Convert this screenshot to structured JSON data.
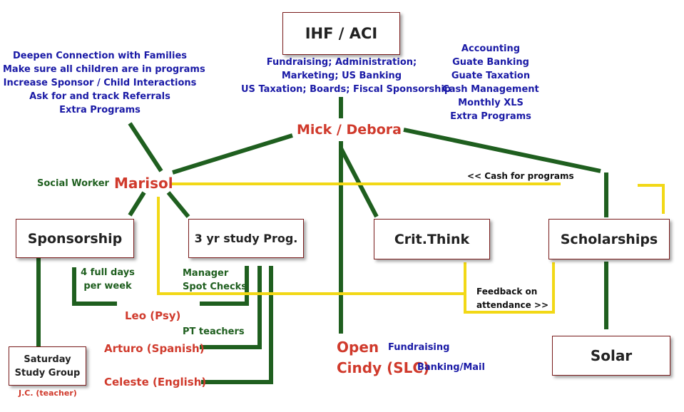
{
  "boxes": {
    "ihf": "IHF /  ACI",
    "sponsorship": "Sponsorship",
    "study": "3 yr study Prog.",
    "crit": "Crit.Think",
    "scholarships": "Scholarships",
    "saturday": [
      "Saturday",
      "Study Group"
    ],
    "solar": "Solar"
  },
  "people": {
    "mick": "Mick / Debora",
    "marisol": "Marisol",
    "leo": "Leo (Psy)",
    "arturo": "Arturo (Spanish)",
    "celeste": "Celeste (English)",
    "jc": "J.C. (teacher)",
    "open": "Open",
    "cindy": "Cindy (SLC)"
  },
  "notes": {
    "social_worker": "Social Worker",
    "cash": "<< Cash for programs",
    "four_days": [
      "4 full days",
      "per week"
    ],
    "manager": [
      "Manager",
      "Spot Checks"
    ],
    "pt_teachers": "PT teachers",
    "feedback": [
      "Feedback on",
      "attendance >>"
    ],
    "fundraising": "Fundraising",
    "banking_mail": "Banking/Mail"
  },
  "left_tasks": [
    "Deepen Connection with Families",
    "Make sure all children are in programs",
    "Increase Sponsor / Child Interactions",
    "Ask for and track Referrals",
    "Extra Programs"
  ],
  "center_tasks": [
    "Fundraising; Administration;",
    "Marketing; US Banking",
    "US Taxation; Boards; Fiscal Sponsorship"
  ],
  "right_tasks": [
    "Accounting",
    "Guate Banking",
    "Guate Taxation",
    "Cash Management",
    "Monthly XLS",
    "Extra Programs"
  ],
  "colors": {
    "green_line": "#1f5f1f",
    "yellow_line": "#f2d816",
    "person_red": "#d03a2c",
    "task_blue": "#1a1aa6",
    "box_border": "#7a1c1c"
  }
}
